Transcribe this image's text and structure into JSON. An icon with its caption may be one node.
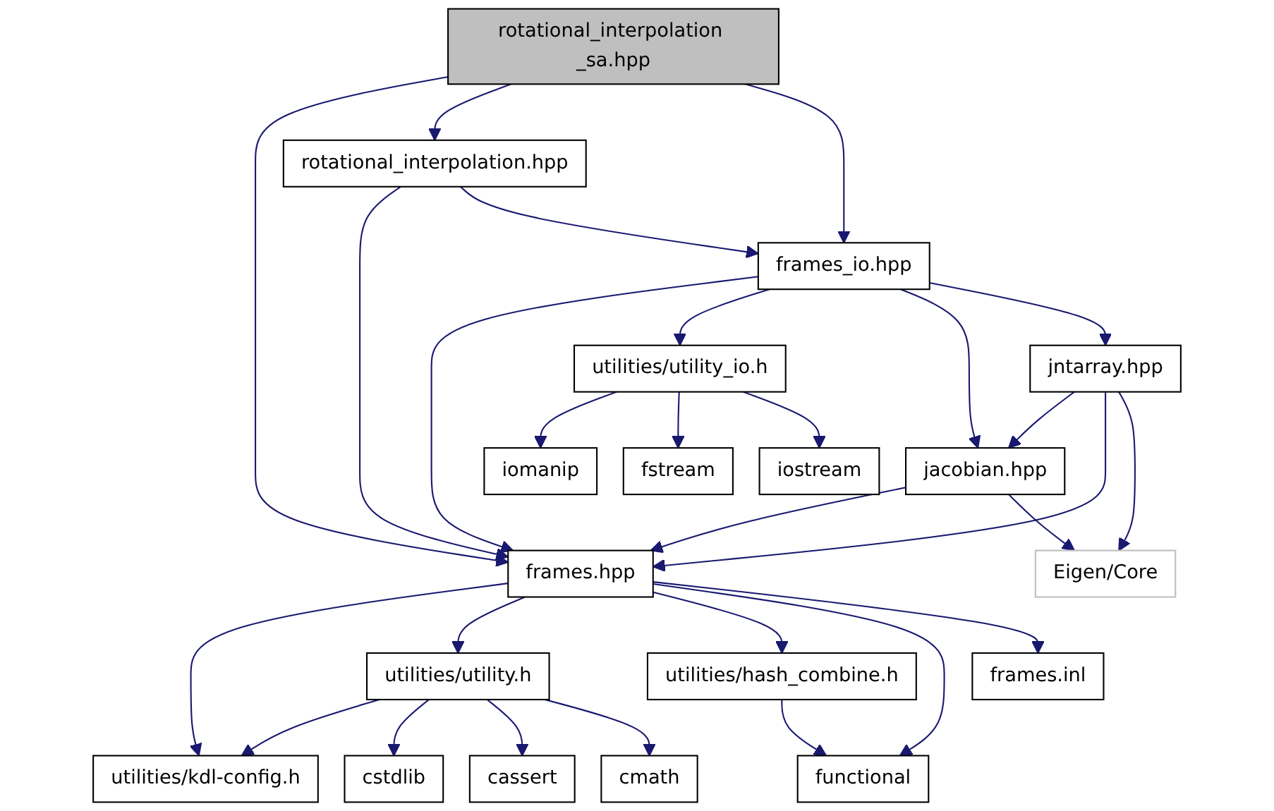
{
  "diagram": {
    "nodes": [
      {
        "text": [
          "rotational_interpolation _sa.hpp"
        ]
      },
      {
        "text": [
          "rotational_interpolation.hpp"
        ]
      },
      {
        "text": [
          "frames_io.hpp"
        ]
      },
      {
        "text": [
          "utilities/utility_io.h"
        ]
      },
      {
        "text": [
          "jntarray.hpp"
        ]
      },
      {
        "text": [
          "iomanip"
        ]
      },
      {
        "text": [
          "fstream"
        ]
      },
      {
        "text": [
          "iostream"
        ]
      },
      {
        "text": [
          "jacobian.hpp"
        ]
      },
      {
        "text": [
          "frames.hpp"
        ]
      },
      {
        "text": [
          "Eigen/Core"
        ]
      },
      {
        "text": [
          "utilities/utility.h"
        ]
      },
      {
        "text": [
          "utilities/hash_combine.h"
        ]
      },
      {
        "text": [
          "frames.inl"
        ]
      },
      {
        "text": [
          "utilities/kdl-config.h"
        ]
      },
      {
        "text": [
          "cstdlib"
        ]
      },
      {
        "text": [
          "cassert"
        ]
      },
      {
        "text": [
          "cmath"
        ]
      },
      {
        "text": [
          "functional"
        ]
      }
    ],
    "edges": [
      {
        "from": 0,
        "to": 9,
        "arrow": "to"
      },
      {
        "from": 0,
        "to": 1,
        "arrow": "to"
      },
      {
        "from": 0,
        "to": 2,
        "arrow": "to"
      },
      {
        "from": 1,
        "to": 9,
        "arrow": "to"
      },
      {
        "from": 1,
        "to": 2,
        "arrow": "to"
      },
      {
        "from": 2,
        "to": 9,
        "arrow": "to"
      },
      {
        "from": 2,
        "to": 3,
        "arrow": "to"
      },
      {
        "from": 2,
        "to": 8,
        "arrow": "to"
      },
      {
        "from": 2,
        "to": 4,
        "arrow": "to"
      },
      {
        "from": 3,
        "to": 5,
        "arrow": "to"
      },
      {
        "from": 3,
        "to": 6,
        "arrow": "to"
      },
      {
        "from": 3,
        "to": 7,
        "arrow": "to"
      },
      {
        "from": 4,
        "to": 8,
        "arrow": "to"
      },
      {
        "from": 4,
        "to": 9,
        "arrow": "to"
      },
      {
        "from": 4,
        "to": 10,
        "arrow": "to"
      },
      {
        "from": 8,
        "to": 9,
        "arrow": "to"
      },
      {
        "from": 8,
        "to": 10,
        "arrow": "to"
      },
      {
        "from": 9,
        "to": 14,
        "arrow": "to"
      },
      {
        "from": 9,
        "to": 11,
        "arrow": "to"
      },
      {
        "from": 9,
        "to": 12,
        "arrow": "to"
      },
      {
        "from": 9,
        "to": 18,
        "arrow": "to"
      },
      {
        "from": 9,
        "to": 13,
        "arrow": "to"
      },
      {
        "from": 11,
        "to": 14,
        "arrow": "to"
      },
      {
        "from": 11,
        "to": 15,
        "arrow": "to"
      },
      {
        "from": 11,
        "to": 16,
        "arrow": "to"
      },
      {
        "from": 11,
        "to": 17,
        "arrow": "to"
      },
      {
        "from": 12,
        "to": 18,
        "arrow": "to"
      }
    ]
  }
}
